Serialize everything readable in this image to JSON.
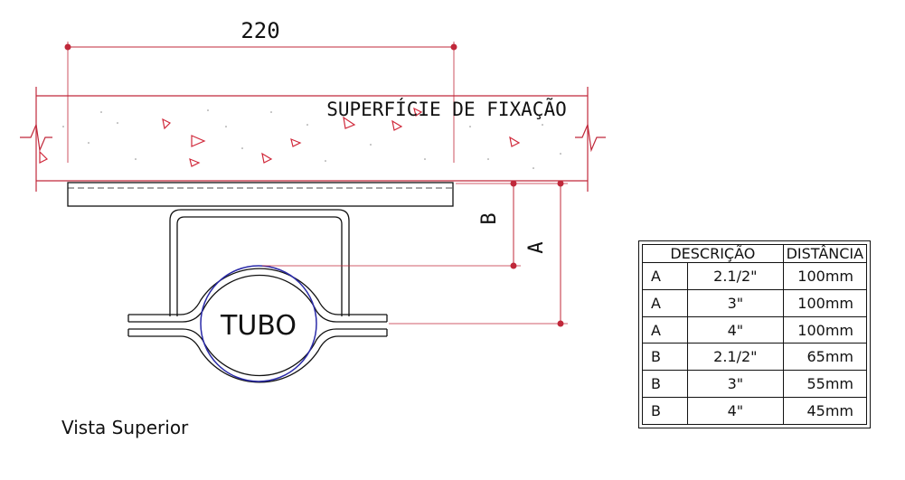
{
  "drawing": {
    "width_dimension": "220",
    "surface_label": "SUPERFÍCIE DE FIXAÇÃO",
    "pipe_label": "TUBO",
    "dimension_b_label": "B",
    "dimension_a_label": "A",
    "view_caption": "Vista Superior",
    "colors": {
      "dimension": "#c0283a",
      "pipe": "#2a2aa8",
      "outline": "#111111",
      "fill_marks": "#d0283a"
    }
  },
  "table": {
    "headers": [
      "DESCRIÇÃO",
      "DISTÂNCIA"
    ],
    "rows": [
      {
        "code": "A",
        "size": "2.1/2\"",
        "distance": "100mm"
      },
      {
        "code": "A",
        "size": "3\"",
        "distance": "100mm"
      },
      {
        "code": "A",
        "size": "4\"",
        "distance": "100mm"
      },
      {
        "code": "B",
        "size": "2.1/2\"",
        "distance": "65mm"
      },
      {
        "code": "B",
        "size": "3\"",
        "distance": "55mm"
      },
      {
        "code": "B",
        "size": "4\"",
        "distance": "45mm"
      }
    ]
  }
}
